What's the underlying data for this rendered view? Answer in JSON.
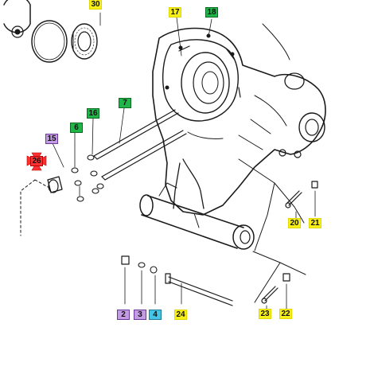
{
  "callouts": [
    {
      "id": "c30",
      "label": "30",
      "color": "yellow"
    },
    {
      "id": "c17",
      "label": "17",
      "color": "yellow"
    },
    {
      "id": "c18",
      "label": "18",
      "color": "green"
    },
    {
      "id": "c7",
      "label": "7",
      "color": "green"
    },
    {
      "id": "c16",
      "label": "16",
      "color": "green"
    },
    {
      "id": "c6",
      "label": "6",
      "color": "green"
    },
    {
      "id": "c15",
      "label": "15",
      "color": "purple"
    },
    {
      "id": "c26",
      "label": "26",
      "color": "red"
    },
    {
      "id": "c20",
      "label": "20",
      "color": "yellow"
    },
    {
      "id": "c21",
      "label": "21",
      "color": "yellow"
    },
    {
      "id": "c2",
      "label": "2",
      "color": "purple"
    },
    {
      "id": "c3",
      "label": "3",
      "color": "purple"
    },
    {
      "id": "c4",
      "label": "4",
      "color": "cyan"
    },
    {
      "id": "c24",
      "label": "24",
      "color": "yellow"
    },
    {
      "id": "c23",
      "label": "23",
      "color": "yellow"
    },
    {
      "id": "c22",
      "label": "22",
      "color": "yellow"
    }
  ],
  "colors": {
    "yellow": "#f7ef1c",
    "green": "#1fb548",
    "purple": "#c39be3",
    "cyan": "#44c6e8",
    "red": "#ff3030",
    "line": "#1a1a1a"
  }
}
